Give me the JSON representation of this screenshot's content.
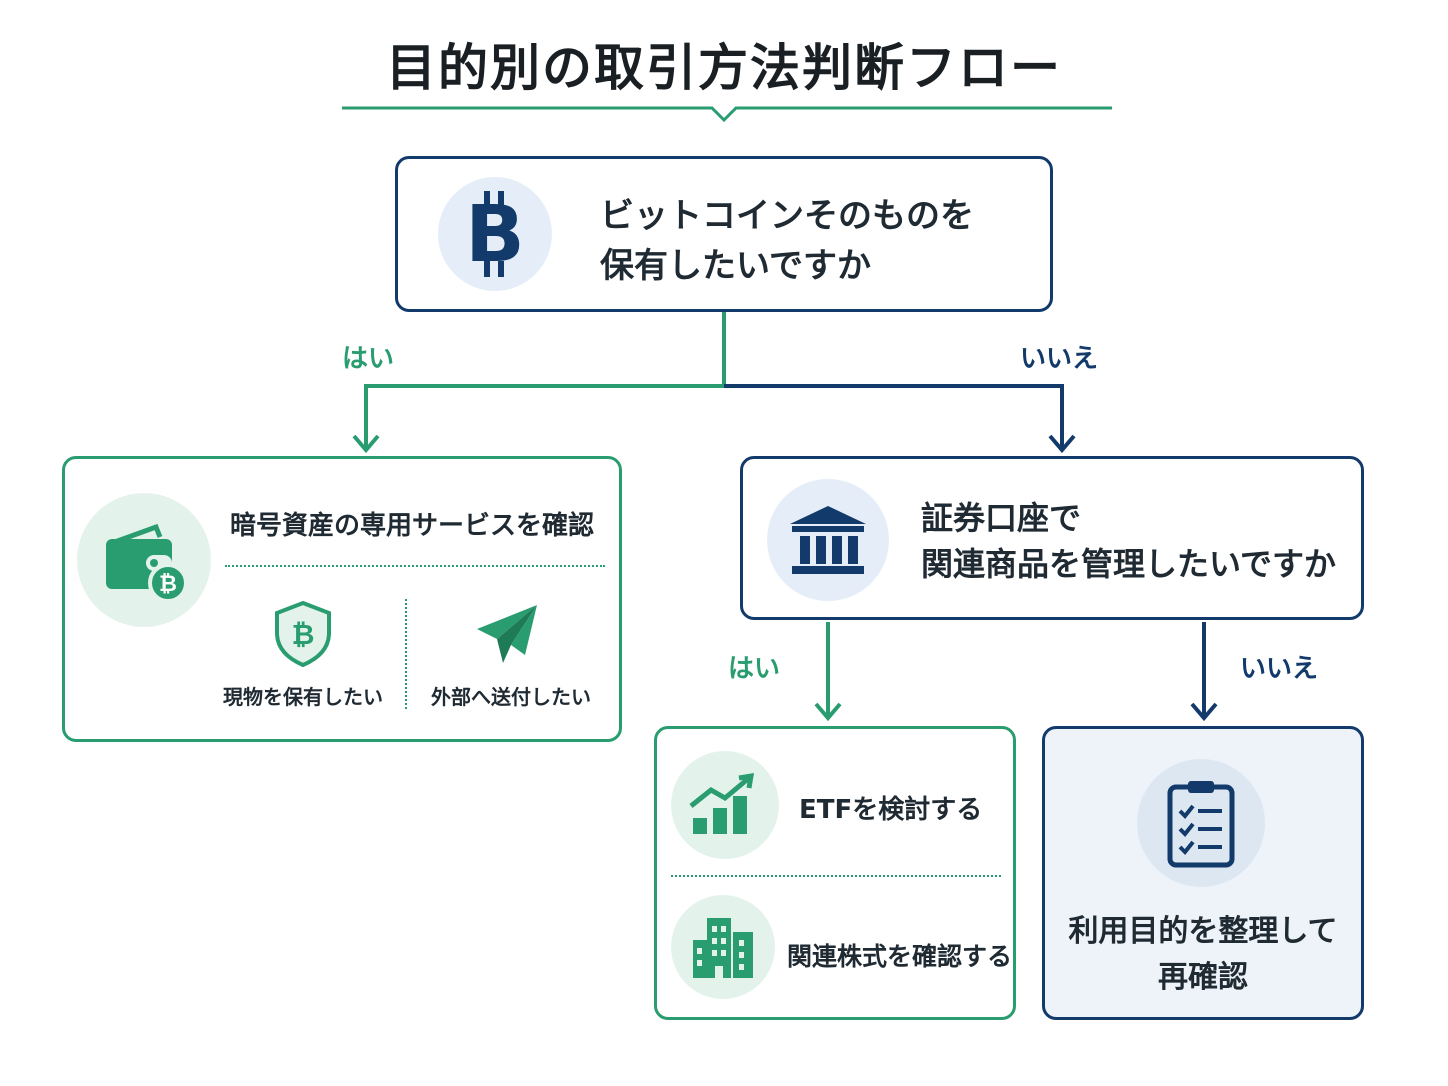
{
  "title": "目的別の取引方法判断フロー",
  "colors": {
    "navy": "#123a6b",
    "green": "#2a9d70",
    "light_blue": "#e5eef8",
    "light_green": "#e3f3ec"
  },
  "q1": {
    "icon": "bitcoin-icon",
    "text": "ビットコインそのものを\n保有したいですか"
  },
  "q1_yes": "はい",
  "q1_no": "いいえ",
  "crypto_box": {
    "icon": "wallet-bitcoin-icon",
    "title": "暗号資産の専用サービスを確認",
    "options": [
      {
        "icon": "shield-bitcoin-icon",
        "label": "現物を保有したい"
      },
      {
        "icon": "paper-plane-icon",
        "label": "外部へ送付したい"
      }
    ]
  },
  "q2": {
    "icon": "bank-icon",
    "text": "証券口座で\n関連商品を管理したいですか"
  },
  "q2_yes": "はい",
  "q2_no": "いいえ",
  "securities_box": {
    "items": [
      {
        "icon": "growth-chart-icon",
        "label": "ETFを検討する"
      },
      {
        "icon": "buildings-icon",
        "label": "関連株式を確認する"
      }
    ]
  },
  "reconsider_box": {
    "icon": "checklist-clipboard-icon",
    "text": "利用目的を整理して\n再確認"
  }
}
